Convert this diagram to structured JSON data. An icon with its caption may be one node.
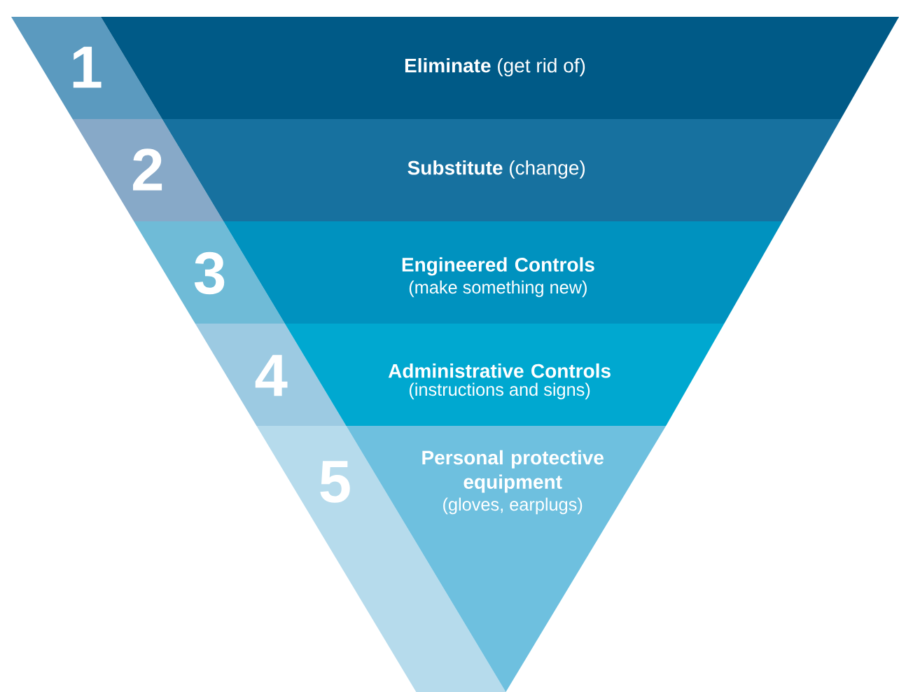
{
  "diagram": {
    "nodes": [
      {
        "text": [
          "1",
          "**Eliminate** (get rid of)"
        ]
      },
      {
        "text": [
          "2",
          "**Substitute** (change)"
        ]
      },
      {
        "text": [
          "3",
          "Engineered Controls",
          "(make something new)"
        ]
      },
      {
        "text": [
          "4",
          "Administrative Controls",
          "(instructions and signs)"
        ]
      },
      {
        "text": [
          "5",
          "Personal protective equipment",
          "(gloves, earplugs)"
        ]
      }
    ]
  }
}
